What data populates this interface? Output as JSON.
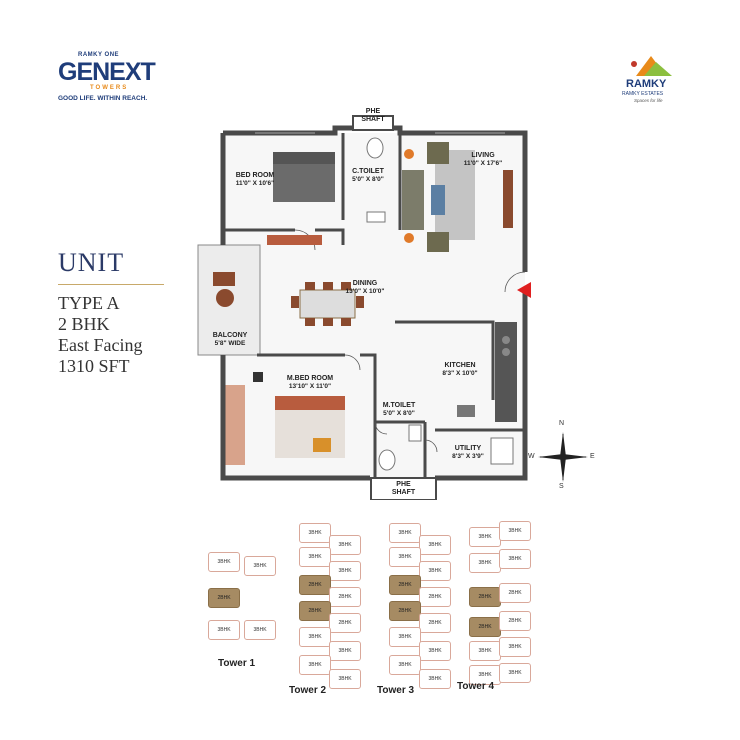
{
  "brand": {
    "left_logo": {
      "top": "RAMKY ONE",
      "main": "GENEXT",
      "sub": "TOWERS",
      "tagline": "GOOD LIFE. WITHIN REACH."
    },
    "right_logo": {
      "name": "RAMKY",
      "subtitle": "RAMKY ESTATES",
      "tagline": "Spaces for life"
    }
  },
  "unit": {
    "title": "UNIT",
    "type": "TYPE A",
    "bhk": "2 BHK",
    "facing": "East Facing",
    "area": "1310 SFT"
  },
  "rooms": {
    "bedroom": {
      "name": "BED ROOM",
      "dim": "11'0\" X 10'6\""
    },
    "ctoilet": {
      "name": "C.TOILET",
      "dim": "5'0\" X 8'0\""
    },
    "living": {
      "name": "LIVING",
      "dim": "11'0\" X 17'6\""
    },
    "dining": {
      "name": "DINING",
      "dim": "13'0\" X 10'0\""
    },
    "balcony": {
      "name": "BALCONY",
      "dim": "5'8\" WIDE"
    },
    "mbedroom": {
      "name": "M.BED ROOM",
      "dim": "13'10\" X 11'0\""
    },
    "kitchen": {
      "name": "KITCHEN",
      "dim": "8'3\" X 10'0\""
    },
    "mtoilet": {
      "name": "M.TOILET",
      "dim": "5'0\" X 8'0\""
    },
    "utility": {
      "name": "UTILITY",
      "dim": "8'3\" X 3'9\""
    },
    "phe_top": {
      "name": "PHE",
      "sub": "SHAFT"
    },
    "phe_bottom": {
      "name": "PHE",
      "sub": "SHAFT"
    }
  },
  "compass": {
    "n": "N",
    "s": "S",
    "e": "E",
    "w": "W"
  },
  "key_plan": {
    "unit_label": "3BHK",
    "highlight_label": "2BHK",
    "towers": [
      "Tower 1",
      "Tower 2",
      "Tower 3",
      "Tower 4"
    ]
  },
  "colors": {
    "navy": "#1f3d7a",
    "orange": "#e88a1a",
    "entry_arrow": "#e02020",
    "wall": "#4a4a4a",
    "highlight": "#a68b63"
  }
}
